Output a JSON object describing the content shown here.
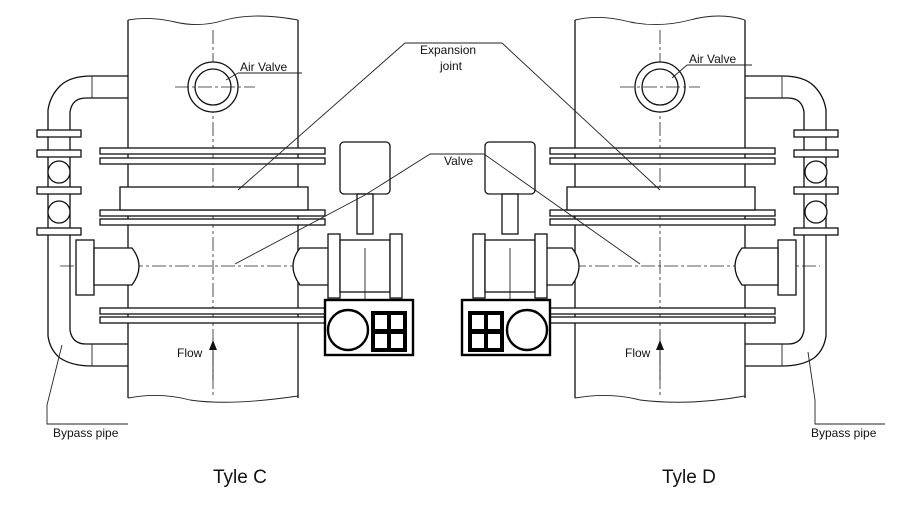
{
  "labels": {
    "expansion_joint_line1": "Expansion",
    "expansion_joint_line2": "joint",
    "valve": "Valve",
    "air_valve_left": "Air Valve",
    "air_valve_right": "Air Valve",
    "flow_left": "Flow",
    "flow_right": "Flow",
    "bypass_left": "Bypass pipe",
    "bypass_right": "Bypass pipe"
  },
  "captions": {
    "left": "Tyle C",
    "right": "Tyle D"
  }
}
